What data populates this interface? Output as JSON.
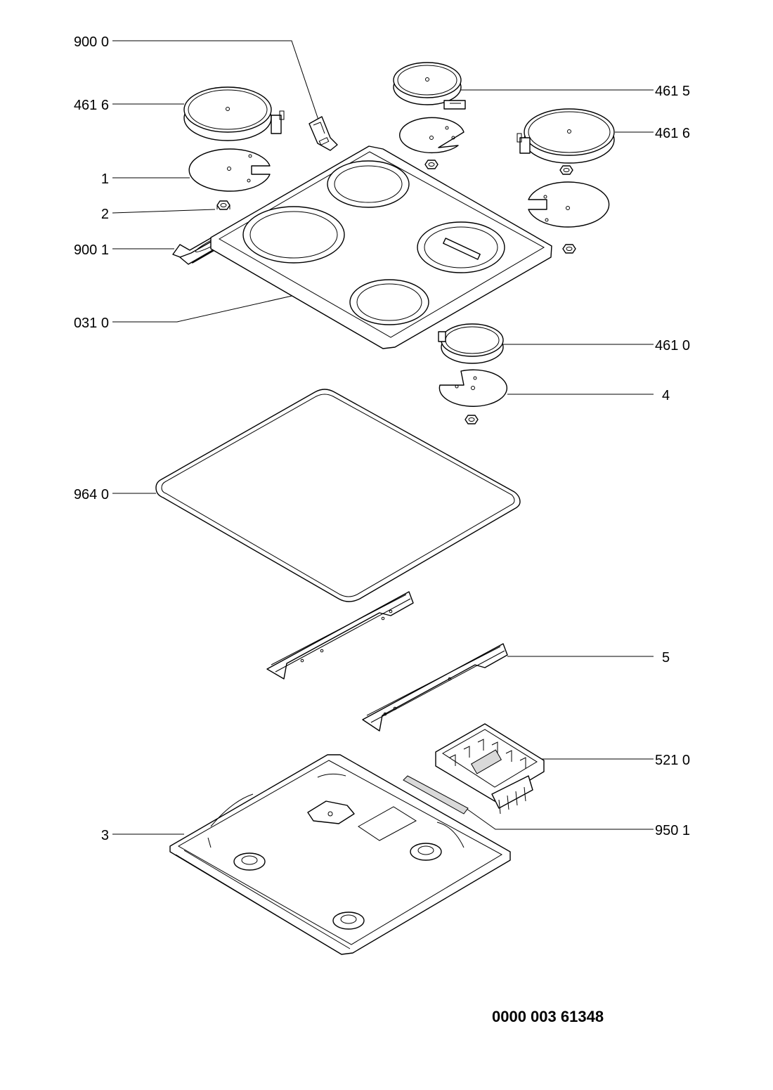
{
  "diagram": {
    "labels": {
      "l9000": "900 0",
      "l4616_left": "461  6",
      "l1": "1",
      "l2": "2",
      "l9001": "900 1",
      "l0310": "031 0",
      "l4615": "461 5",
      "l4616_right": "461 6",
      "l4610": "461 0",
      "l4": "4",
      "l9640": "964 0",
      "l5": "5",
      "l5210": "521 0",
      "l9501": "950 1",
      "l3": "3"
    },
    "doc_number": "0000 003 61348"
  }
}
